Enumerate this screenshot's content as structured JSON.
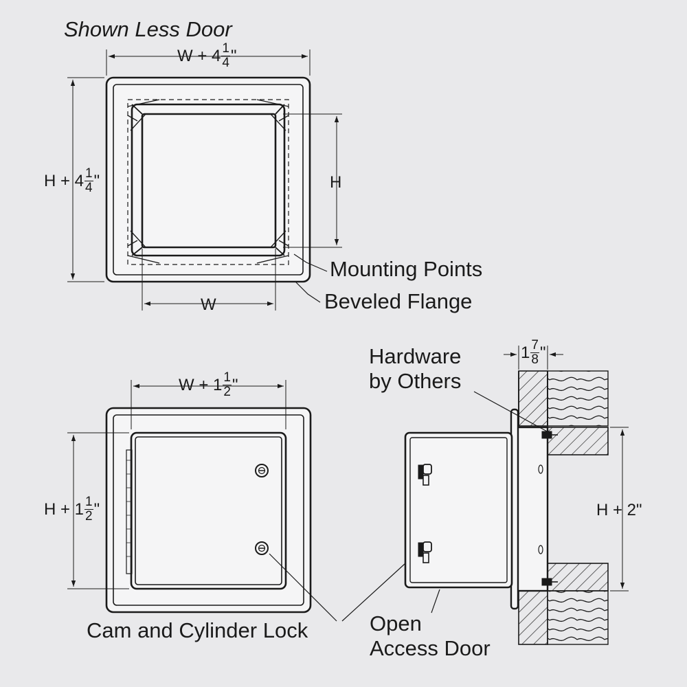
{
  "title": "Shown Less Door",
  "top_view": {
    "width_dim": {
      "prefix": "W + 4",
      "num": "1",
      "den": "4",
      "suffix": "\""
    },
    "height_dim": {
      "prefix": "H + 4",
      "num": "1",
      "den": "4",
      "suffix": "\""
    },
    "inner_height": "H",
    "inner_width": "W",
    "mounting_points": "Mounting Points",
    "beveled_flange": "Beveled Flange"
  },
  "front_view": {
    "width_dim": {
      "prefix": "W + 1",
      "num": "1",
      "den": "2",
      "suffix": "\""
    },
    "height_dim": {
      "prefix": "H + 1",
      "num": "1",
      "den": "2",
      "suffix": "\""
    },
    "lock_label": "Cam and Cylinder Lock"
  },
  "side_view": {
    "depth_dim": {
      "prefix": "1",
      "num": "7",
      "den": "8",
      "suffix": "\""
    },
    "hardware_label": [
      "Hardware",
      "by Others"
    ],
    "height_dim": "H + 2\"",
    "door_label": [
      "Open",
      "Access Door"
    ]
  },
  "colors": {
    "background": "#e9e9eb",
    "line": "#1a1a1a",
    "face": "#f5f5f6"
  }
}
